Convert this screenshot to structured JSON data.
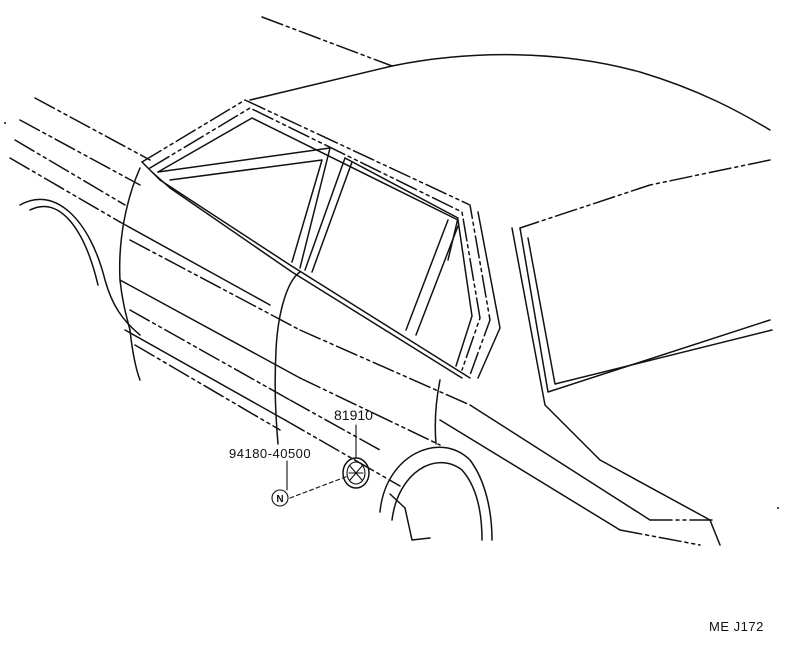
{
  "diagram": {
    "callouts": {
      "emblem_part_number": "81910",
      "clip_part_number": "94180-40500",
      "clip_symbol": "N"
    },
    "figure_code": "ME J172"
  }
}
